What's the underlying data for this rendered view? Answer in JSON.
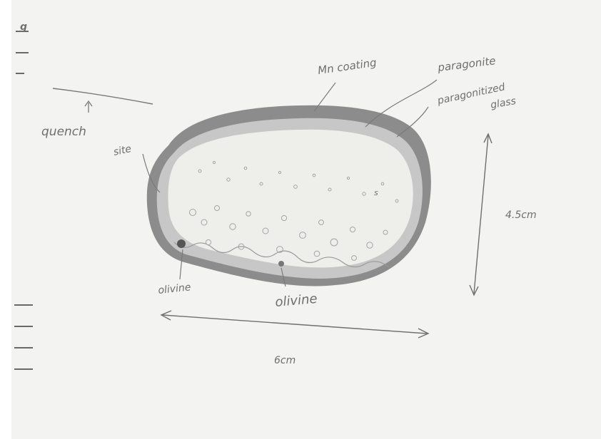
{
  "labels": {
    "mn_coating": "Mn coating",
    "paragonite": "paragonite",
    "paragonitized_glass_line1": "paragonitized",
    "paragonitized_glass_line2": "glass",
    "quench": "quench",
    "site": "site",
    "olivine_left": "olivine",
    "olivine_bottom": "olivine",
    "height_dimension": "4.5cm",
    "width_dimension": "6cm",
    "s_mark": "s",
    "corner_mark": "g"
  },
  "colors": {
    "paper": "#f3f3f1",
    "pencil": "#6f6f6f",
    "rind": "#8a8a8a",
    "glass": "#c9c9c9",
    "interior": "#ededeb"
  }
}
